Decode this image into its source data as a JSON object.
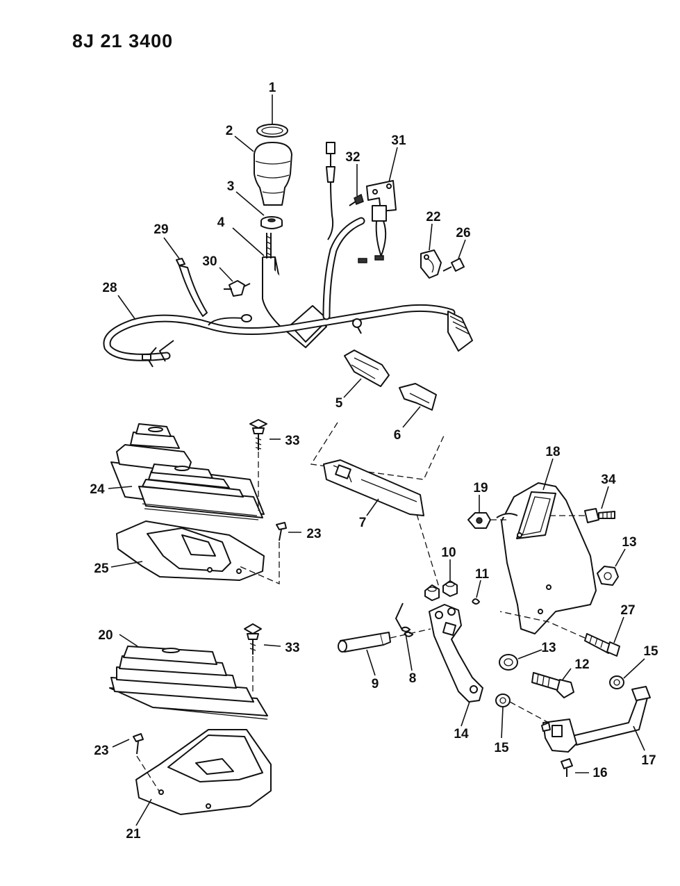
{
  "document": {
    "code": "8J 21 3400"
  },
  "labels": {
    "p1": "1",
    "p2": "2",
    "p3": "3",
    "p4": "4",
    "p5": "5",
    "p6": "6",
    "p7": "7",
    "p8": "8",
    "p9": "9",
    "p10": "10",
    "p11": "11",
    "p12": "12",
    "p13a": "13",
    "p13b": "13",
    "p14": "14",
    "p15a": "15",
    "p15b": "15",
    "p16": "16",
    "p17": "17",
    "p18": "18",
    "p19": "19",
    "p20": "20",
    "p21": "21",
    "p22": "22",
    "p23a": "23",
    "p23b": "23",
    "p24": "24",
    "p25": "25",
    "p26": "26",
    "p27": "27",
    "p28": "28",
    "p29": "29",
    "p30": "30",
    "p31": "31",
    "p32": "32",
    "p33a": "33",
    "p33b": "33",
    "p34": "34"
  }
}
